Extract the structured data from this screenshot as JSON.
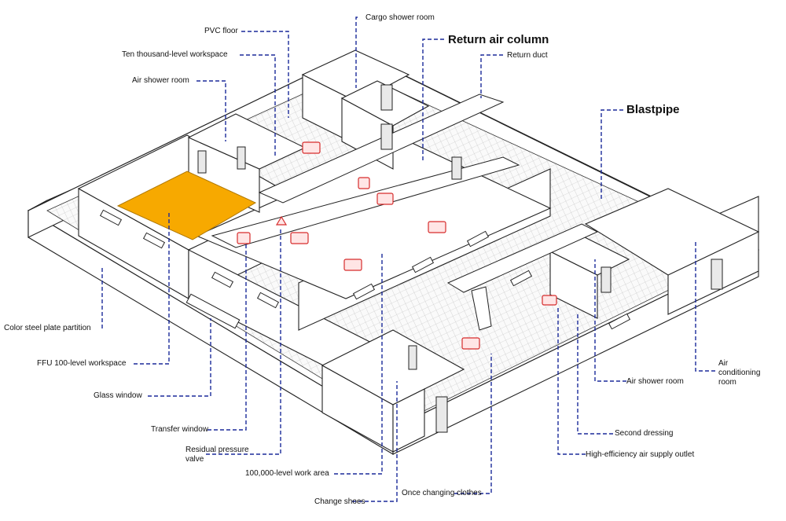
{
  "colors": {
    "leader_line": "#1b2a9a",
    "highlight_workspace": "#f7a900",
    "ffu_outline": "#d62c2c",
    "walls": "#222222"
  },
  "labels": {
    "pvc_floor": "PVC floor",
    "cargo_shower_room": "Cargo shower room",
    "return_air_column": "Return air column",
    "return_duct": "Return duct",
    "ten_thousand_level_workspace": "Ten thousand-level workspace",
    "air_shower_room_top": "Air shower room",
    "blastpipe": "Blastpipe",
    "color_steel_plate_partition": "Color steel plate partition",
    "ffu_100_level_workspace": "FFU 100-level workspace",
    "glass_window": "Glass window",
    "transfer_window": "Transfer window",
    "residual_pressure_valve": "Residual pressure\nvalve",
    "work_area_100000": "100,000-level work area",
    "change_shoes": "Change shoes",
    "once_changing_clothes": "Once changing clothes",
    "high_efficiency_outlet": "High-efficiency air supply outlet",
    "second_dressing": "Second dressing",
    "air_shower_room_right": "Air shower room",
    "air_conditioning_room": "Air\nconditioning\nroom"
  },
  "icons": [
    "ffu-unit-icon",
    "door-icon",
    "window-icon",
    "air-outlet-icon"
  ]
}
